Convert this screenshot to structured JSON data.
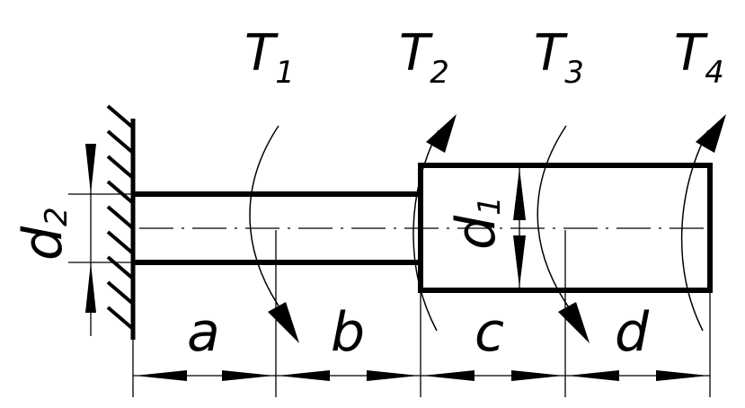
{
  "torques": [
    {
      "letter": "T",
      "index": "1"
    },
    {
      "letter": "T",
      "index": "2"
    },
    {
      "letter": "T",
      "index": "3"
    },
    {
      "letter": "T",
      "index": "4"
    }
  ],
  "segments": [
    "a",
    "b",
    "c",
    "d"
  ],
  "diameters": [
    {
      "letter": "d",
      "index": "2"
    },
    {
      "letter": "d",
      "index": "1"
    }
  ]
}
